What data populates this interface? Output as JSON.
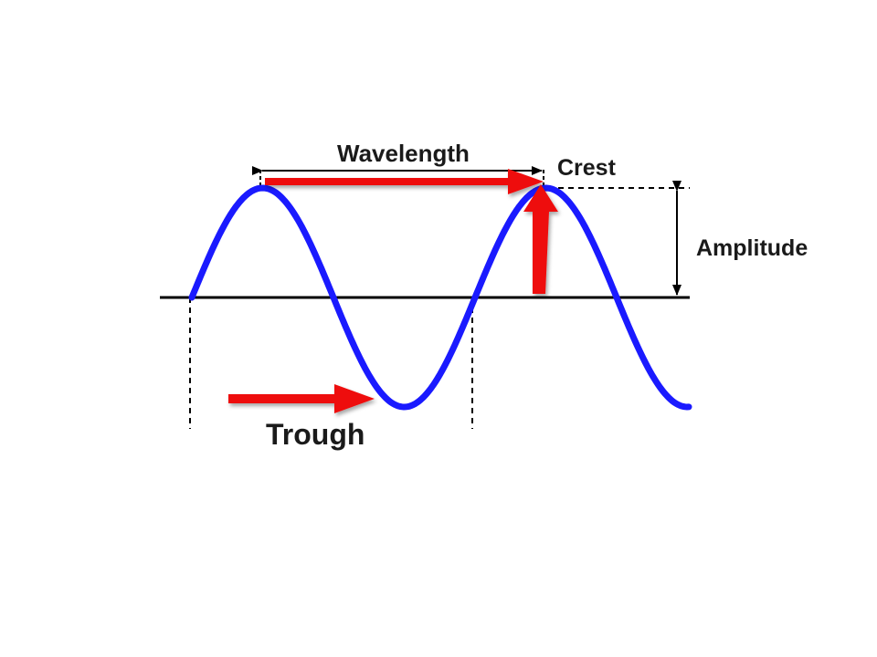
{
  "diagram": {
    "labels": {
      "wavelength": "Wavelength",
      "crest": "Crest",
      "amplitude": "Amplitude",
      "trough": "Trough"
    },
    "colors": {
      "wave": "#1a1aff",
      "pointer_arrows": "#ee1111",
      "lines": "#000000"
    }
  }
}
